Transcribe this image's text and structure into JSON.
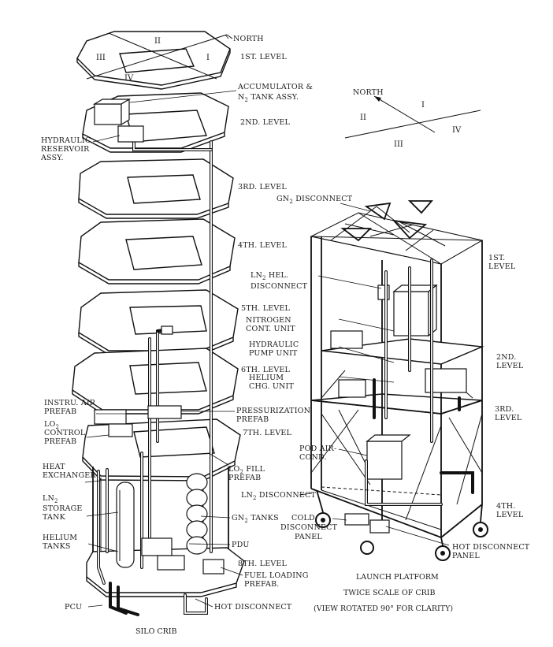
{
  "crib": {
    "levels": {
      "l1": "1ST. LEVEL",
      "l2": "2ND. LEVEL",
      "l3": "3RD. LEVEL",
      "l4": "4TH. LEVEL",
      "l5": "5TH. LEVEL",
      "l6": "6TH. LEVEL",
      "l7": "7TH. LEVEL",
      "l8": "8TH. LEVEL"
    },
    "north": "NORTH",
    "quadrants": {
      "q1": "I",
      "q2": "II",
      "q3": "III",
      "q4": "IV"
    },
    "accumulator_1": "ACCUMULATOR &",
    "accumulator_2_n": "N",
    "accumulator_2_sub": "2",
    "accumulator_2_rest": " TANK ASSY.",
    "hyd_res_1": "HYDRAULIC",
    "hyd_res_2": "RESERVOIR",
    "hyd_res_3": "ASSY.",
    "instru_1": "INSTRU. AIR",
    "instru_2": "PREFAB",
    "lo2c_lo": "LO",
    "lo2c_sub": "2",
    "lo2c_2": "CONTROL",
    "lo2c_3": "PREFAB",
    "press_1": "PRESSURIZATION",
    "press_2": "PREFAB",
    "lo2fill_lo": "LO",
    "lo2fill_sub": "2",
    "lo2fill_rest": " FILL",
    "lo2fill_2": "PREFAB",
    "heat_1": "HEAT",
    "heat_2": "EXCHANGER",
    "ln2s_ln": "LN",
    "ln2s_sub": "2",
    "ln2s_2": "STORAGE",
    "ln2s_3": "TANK",
    "gn2t_gn": "GN",
    "gn2t_sub": "2",
    "gn2t_rest": " TANKS",
    "helium_1": "HELIUM",
    "helium_2": "TANKS",
    "pdu": "PDU",
    "fuel_1": "FUEL LOADING",
    "fuel_2": "PREFAB.",
    "pcu": "PCU",
    "hot": "HOT DISCONNECT",
    "caption": "SILO CRIB"
  },
  "compass": {
    "north": "NORTH",
    "q1": "I",
    "q2": "II",
    "q3": "III",
    "q4": "IV"
  },
  "platform": {
    "gn2d_gn": "GN",
    "gn2d_sub": "2",
    "gn2d_rest": " DISCONNECT",
    "l1a": "1ST.",
    "l1b": "LEVEL",
    "l2a": "2ND.",
    "l2b": "LEVEL",
    "l3a": "3RD.",
    "l3b": "LEVEL",
    "l4a": "4TH.",
    "l4b": "LEVEL",
    "ln2hel_ln": "LN",
    "ln2hel_sub": "2",
    "ln2hel_rest": " HEL.",
    "ln2hel_2": "DISCONNECT",
    "nit_1": "NITROGEN",
    "nit_2": "CONT. UNIT",
    "hyd_1": "HYDRAULIC",
    "hyd_2": "PUMP UNIT",
    "hel_1": "HELIUM",
    "hel_2": "CHG. UNIT",
    "pod_1": "POD AIR-",
    "pod_2": "COND.",
    "ln2d_ln": "LN",
    "ln2d_sub": "2",
    "ln2d_rest": " DISCONNECT",
    "cold_1": "COLD",
    "cold_2": "DISCONNECT",
    "cold_3": "PANEL",
    "hotp_1": "HOT DISCONNECT",
    "hotp_2": "PANEL",
    "cap1": "LAUNCH PLATFORM",
    "cap2": "TWICE SCALE OF CRIB",
    "cap3": "(VIEW ROTATED 90° FOR CLARITY)"
  }
}
